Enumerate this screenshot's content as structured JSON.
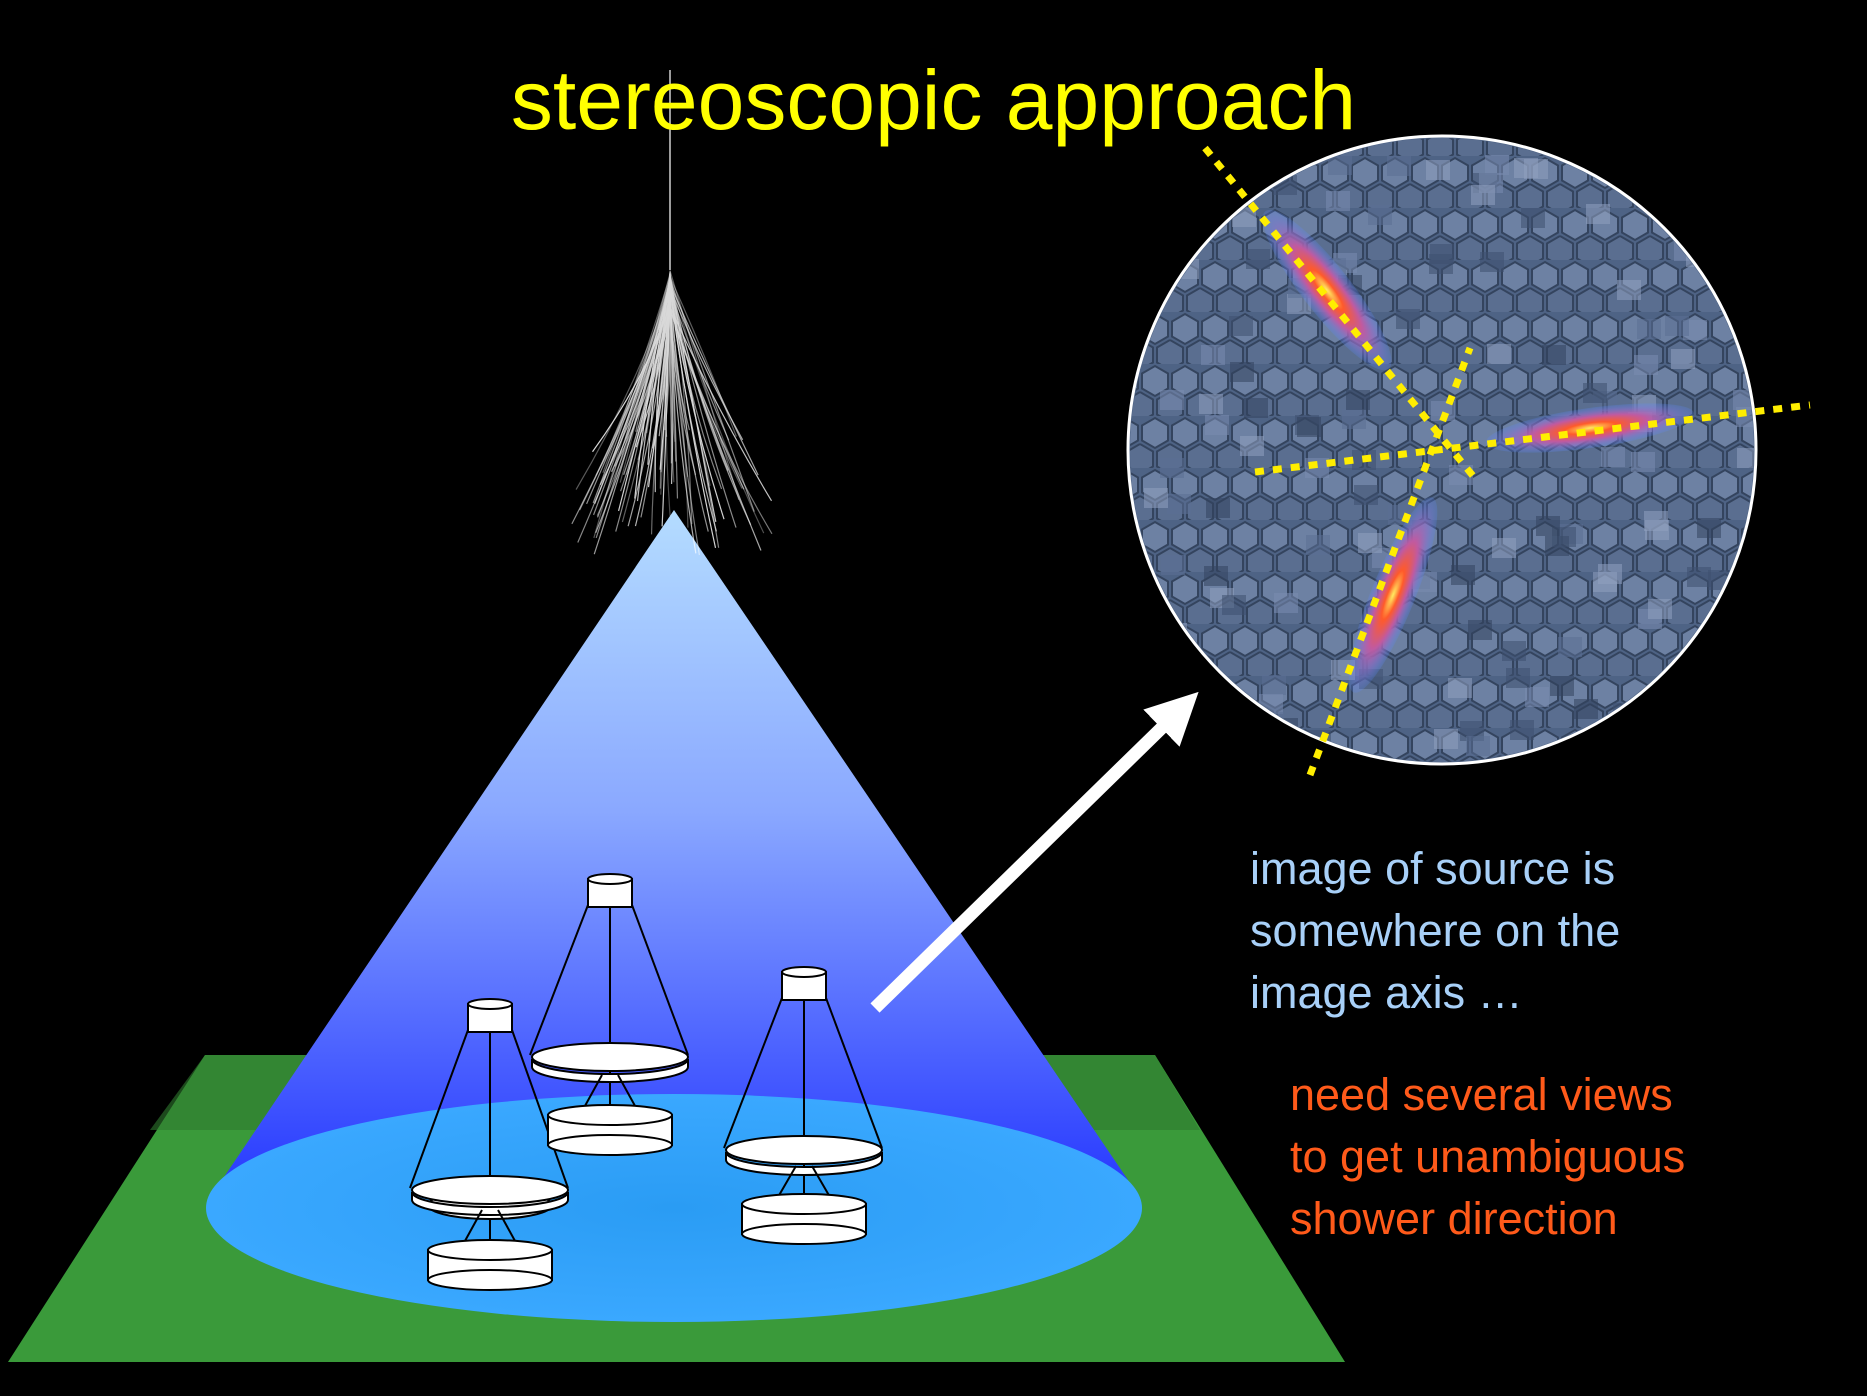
{
  "title": "stereoscopic approach",
  "image_axis_note": {
    "lines": [
      "image of source is",
      "somewhere on the",
      "image axis  …"
    ]
  },
  "views_note": {
    "lines": [
      "need several views",
      "to get unambiguous",
      "shower direction"
    ]
  },
  "colors": {
    "background": "#000000",
    "title": "#ffff00",
    "note_blue": "#a8d0f8",
    "note_orange": "#ff5a1a",
    "ground": "#3a9a3a",
    "light_pool": "#2a9af0",
    "light_cone_top": "#a8d0ff",
    "light_cone_bottom": "#2a3cff",
    "camera_pixels": "#4a5f80",
    "image_axis_lines": "#ffee00"
  },
  "icons": {
    "telescopes": [
      "telescope-icon",
      "telescope-icon",
      "telescope-icon"
    ],
    "arrow": "arrow-icon",
    "air_shower": "particle-shower-icon",
    "camera": "camera-view-icon"
  }
}
